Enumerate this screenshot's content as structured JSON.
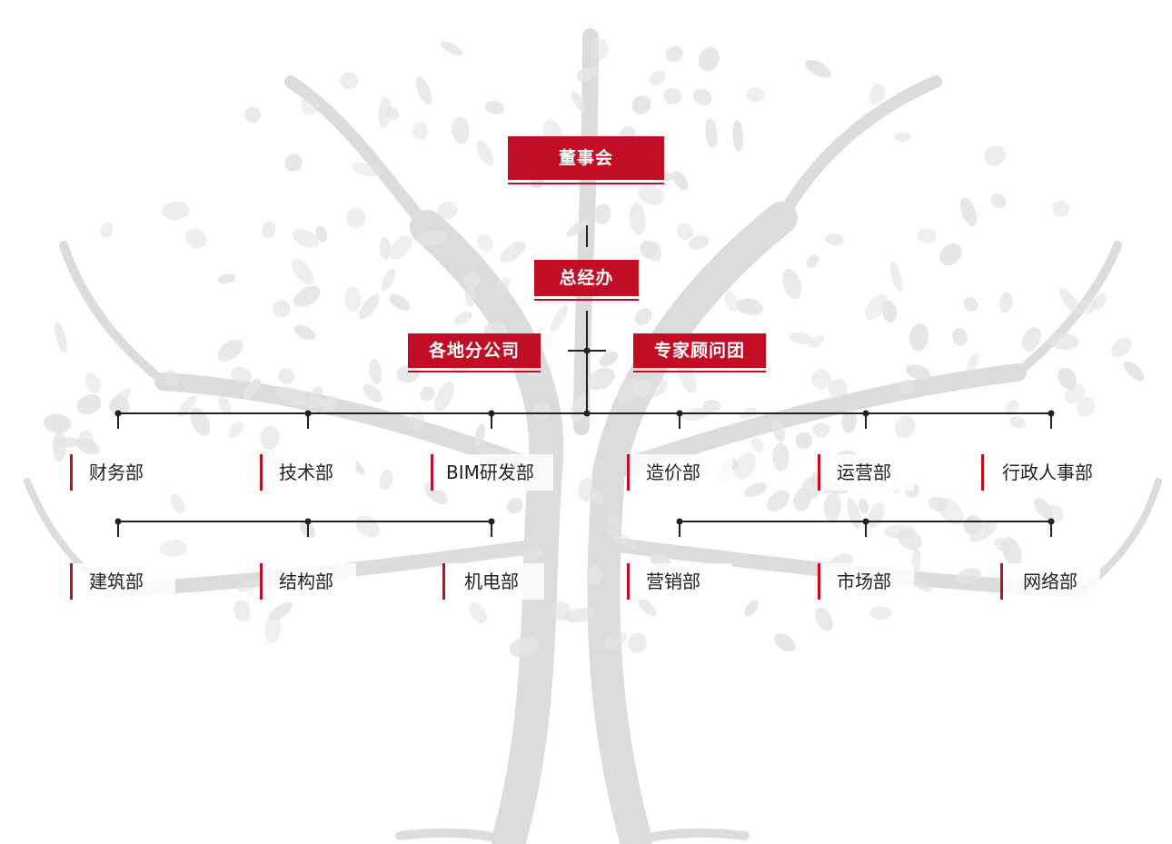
{
  "colors": {
    "accent": "#c20e24",
    "line": "#222222",
    "tree": "#d9d9d9"
  },
  "top": {
    "board": "董事会",
    "office": "总经办",
    "branches": "各地分公司",
    "experts": "专家顾问团"
  },
  "departments_row1": [
    "财务部",
    "技术部",
    "BIM研发部",
    "造价部",
    "运营部",
    "行政人事部"
  ],
  "departments_row2": [
    "建筑部",
    "结构部",
    "机电部",
    "营销部",
    "市场部",
    "网络部"
  ]
}
